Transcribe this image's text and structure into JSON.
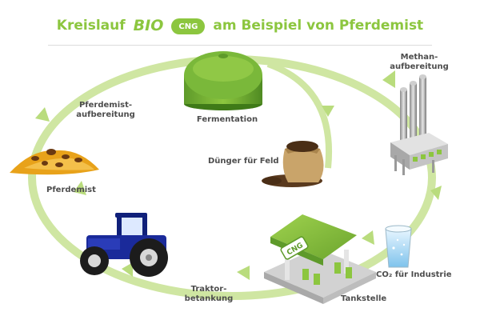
{
  "title": {
    "before": "Kreislauf",
    "bio": "BIO",
    "badge": "CNG",
    "after": "am Beispiel von Pferdemist"
  },
  "labels": {
    "fermentation": "Fermentation",
    "methan": [
      "Methan-",
      "aufbereitung"
    ],
    "pferdemist_aufbereitung": [
      "Pferdemist-",
      "aufbereitung"
    ],
    "duenger": "Dünger für Feld",
    "pferdemist": "Pferdemist",
    "co2": "CO₂ für Industrie",
    "traktor": [
      "Traktor-",
      "betankung"
    ],
    "tankstelle": "Tankstelle"
  },
  "station_sign": "CNG",
  "colors": {
    "accent_green": "#8cc63f",
    "cycle_green": "#cfe6a2",
    "text_gray": "#4d4d4d",
    "tractor_blue": "#1a2a9a"
  }
}
